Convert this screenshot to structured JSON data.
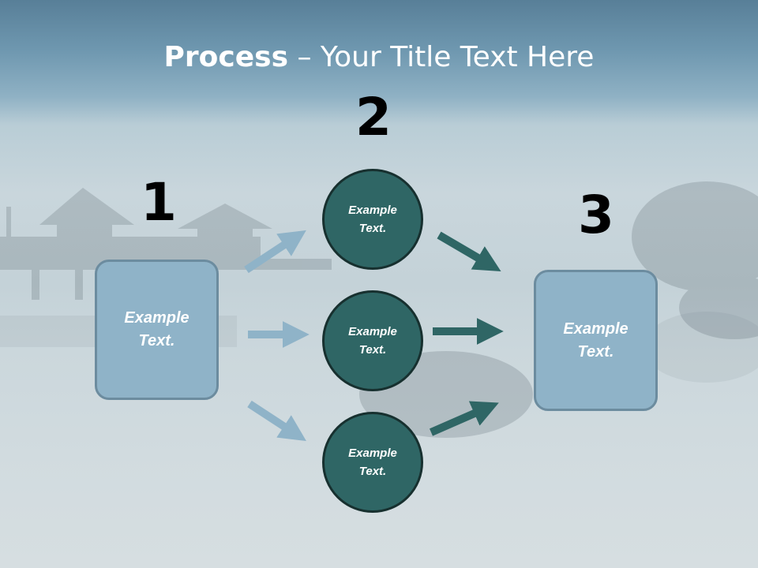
{
  "title": {
    "bold": "Process",
    "rest": " – Your Title Text Here"
  },
  "steps": {
    "step1": {
      "number": "1",
      "label": "Example\nText."
    },
    "step2": {
      "number": "2",
      "items": [
        {
          "label": "Example\nText."
        },
        {
          "label": "Example\nText."
        },
        {
          "label": "Example\nText."
        }
      ]
    },
    "step3": {
      "number": "3",
      "label": "Example\nText."
    }
  },
  "colors": {
    "box_fill": "#8fb3c8",
    "circle_fill": "#2f6665",
    "light_arrow": "#8fb3c8",
    "dark_arrow": "#2f6665",
    "title_band": "#6f98b0"
  }
}
